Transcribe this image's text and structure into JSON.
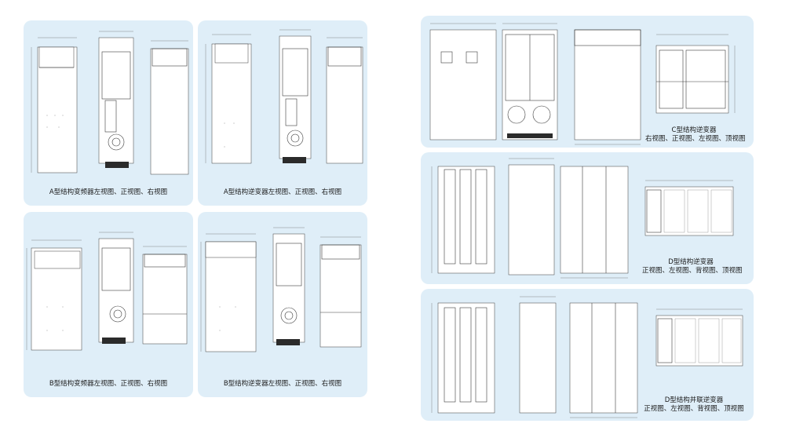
{
  "panels": {
    "a_rectifier": {
      "caption": "A型结构变频器左视图、正视图、右视图"
    },
    "a_inverter": {
      "caption": "A型结构逆变器左视图、正视图、右视图"
    },
    "b_rectifier": {
      "caption": "B型结构变频器左视图、正视图、右视图"
    },
    "b_inverter": {
      "caption": "B型结构逆变器左视图、正视图、右视图"
    },
    "c_inverter": {
      "caption_line1": "C型结构逆变器",
      "caption_line2": "右视图、正视图、左视图、顶视图"
    },
    "d_inverter": {
      "caption_line1": "D型结构逆变器",
      "caption_line2": "正视图、左视图、背视图、顶视图"
    },
    "d_parallel": {
      "caption_line1": "D型结构并联逆变器",
      "caption_line2": "正视图、左视图、背视图、顶视图"
    }
  },
  "colors": {
    "panel_bg": "#dfeef8",
    "line": "#3a3a3a"
  }
}
